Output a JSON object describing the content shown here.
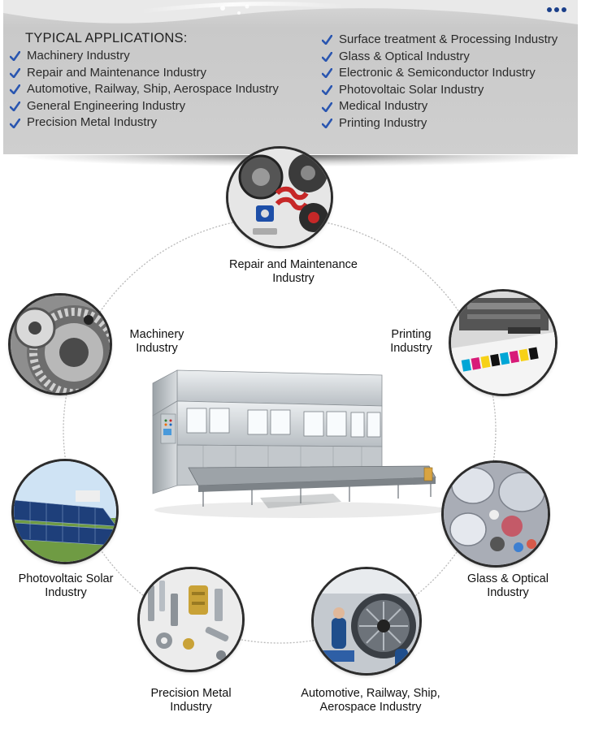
{
  "header": {
    "title": "TYPICAL APPLICATIONS:",
    "left_items": [
      "Machinery Industry",
      "Repair and Maintenance Industry",
      "Automotive, Railway, Ship, Aerospace Industry",
      "General Engineering Industry",
      "Precision Metal Industry"
    ],
    "right_items": [
      "Surface treatment & Processing Industry",
      "Glass & Optical Industry",
      "Electronic & Semiconductor Industry",
      "Photovoltaic Solar Industry",
      "Medical Industry",
      "Printing Industry"
    ],
    "check_icon": "checkmark-icon",
    "accent_color": "#2a56b0"
  },
  "diagram": {
    "center_icon": "ultrasonic-cleaning-machine",
    "nodes": {
      "repair": {
        "line1": "Repair and Maintenance",
        "line2": "Industry",
        "icon": "auto-parts-photo"
      },
      "machinery": {
        "line1": "Machinery",
        "line2": "Industry",
        "icon": "gear-photo"
      },
      "printing": {
        "line1": "Printing",
        "line2": "Industry",
        "icon": "printing-press-photo"
      },
      "solar": {
        "line1": "Photovoltaic Solar",
        "line2": "Industry",
        "icon": "solar-panel-photo"
      },
      "glass": {
        "line1": "Glass & Optical",
        "line2": "Industry",
        "icon": "optical-lens-photo"
      },
      "precision": {
        "line1": "Precision Metal",
        "line2": "Industry",
        "icon": "metal-parts-photo"
      },
      "automotive": {
        "line1": "Automotive, Railway, Ship,",
        "line2": "Aerospace Industry",
        "icon": "jet-engine-photo"
      }
    }
  }
}
